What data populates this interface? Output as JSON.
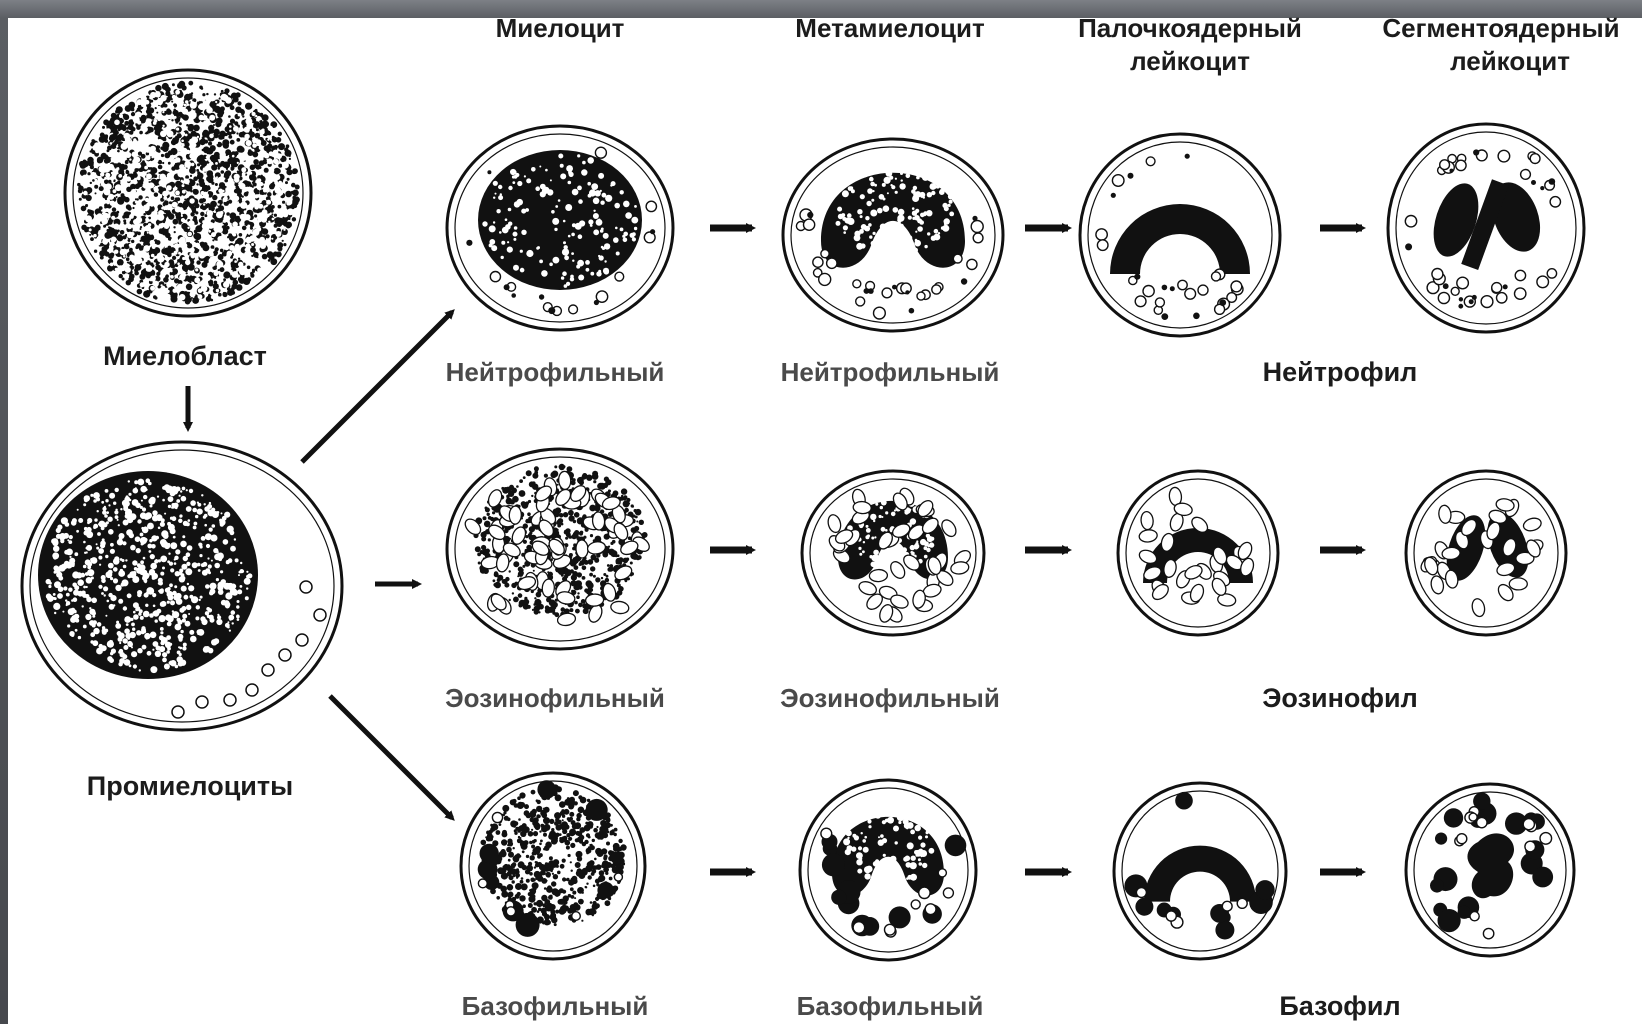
{
  "headers": {
    "myelocyte": "Миелоцит",
    "metamyelocyte": "Метамиелоцит",
    "band_line1": "Палочкоядерный",
    "band_line2": "лейкоцит",
    "segmented_line1": "Сегментоядерный",
    "segmented_line2": "лейкоцит"
  },
  "left": {
    "myeloblast": "Миелобласт",
    "promyelocytes": "Промиелоциты"
  },
  "rows": {
    "neutrophil": {
      "myelocyte_label": "Нейтрофильный",
      "metamyelocyte_label": "Нейтрофильный",
      "mature_label": "Нейтрофил"
    },
    "eosinophil": {
      "myelocyte_label": "Эозинофильный",
      "metamyelocyte_label": "Эозинофильный",
      "mature_label": "Эозинофил"
    },
    "basophil": {
      "myelocyte_label": "Базофильный",
      "metamyelocyte_label": "Базофильный",
      "mature_label": "Базофил"
    }
  },
  "colors": {
    "ink": "#111111",
    "background": "#ffffff",
    "frame": "#4a4d52"
  }
}
